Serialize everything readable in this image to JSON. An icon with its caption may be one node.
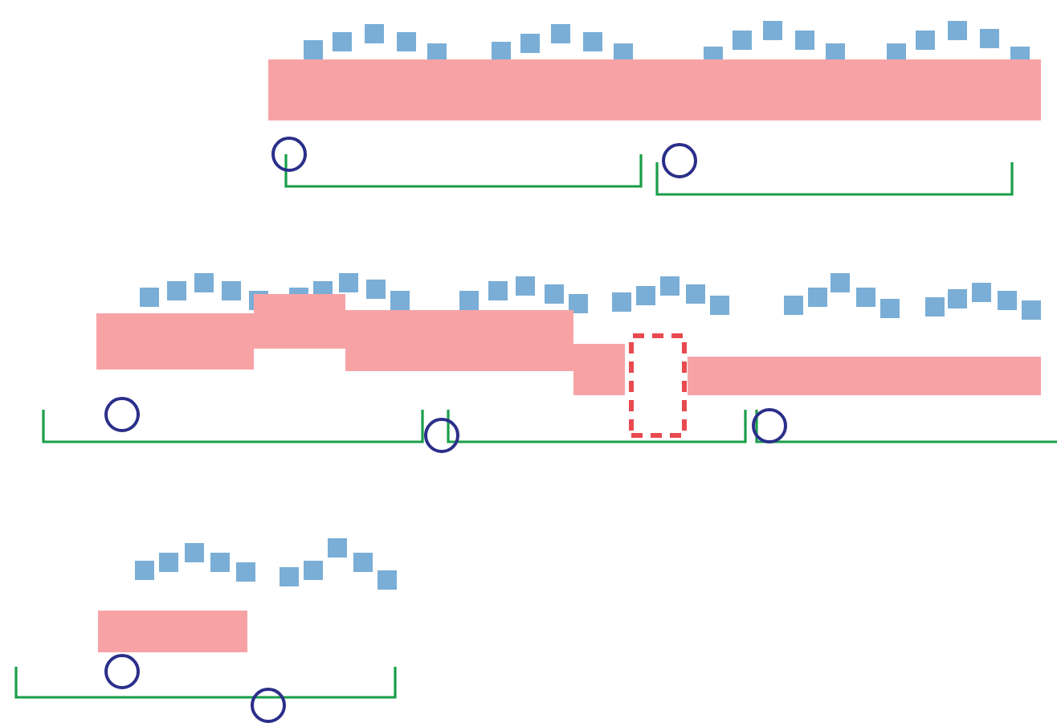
{
  "diagram": {
    "nodes": [
      {
        "text": [],
        "shape": "bar"
      },
      {
        "text": [],
        "shape": "bar"
      },
      {
        "text": [],
        "shape": "circle"
      },
      {
        "text": [],
        "shape": "circle"
      },
      {
        "text": [],
        "shape": "bar"
      },
      {
        "text": [],
        "shape": "bar"
      },
      {
        "text": [],
        "shape": "bar"
      },
      {
        "text": [],
        "shape": "bar"
      },
      {
        "text": [],
        "shape": "box"
      },
      {
        "text": [],
        "shape": "bar"
      },
      {
        "text": [],
        "shape": "circle"
      },
      {
        "text": [],
        "shape": "circle"
      },
      {
        "text": [],
        "shape": "circle"
      },
      {
        "text": [],
        "shape": "bar"
      },
      {
        "text": [],
        "shape": "circle"
      },
      {
        "text": [],
        "shape": "circle"
      }
    ]
  }
}
